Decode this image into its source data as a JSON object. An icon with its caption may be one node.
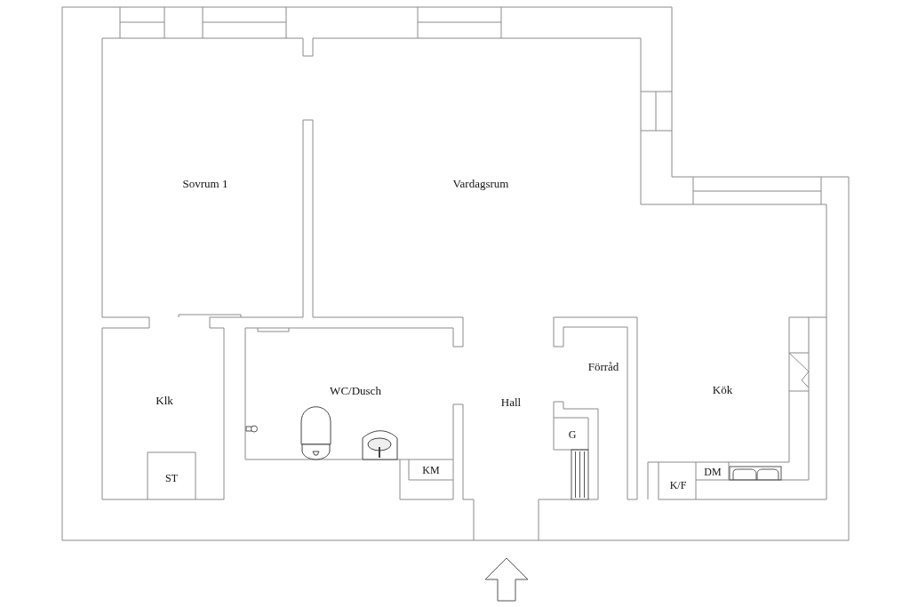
{
  "diagram": {
    "labels": [
      "Sovrum 1",
      "Vardagsrum",
      "Klk",
      "WC/Dusch",
      "Hall",
      "Förråd",
      "Kök",
      "ST",
      "KM",
      "G",
      "K/F",
      "DM"
    ]
  }
}
